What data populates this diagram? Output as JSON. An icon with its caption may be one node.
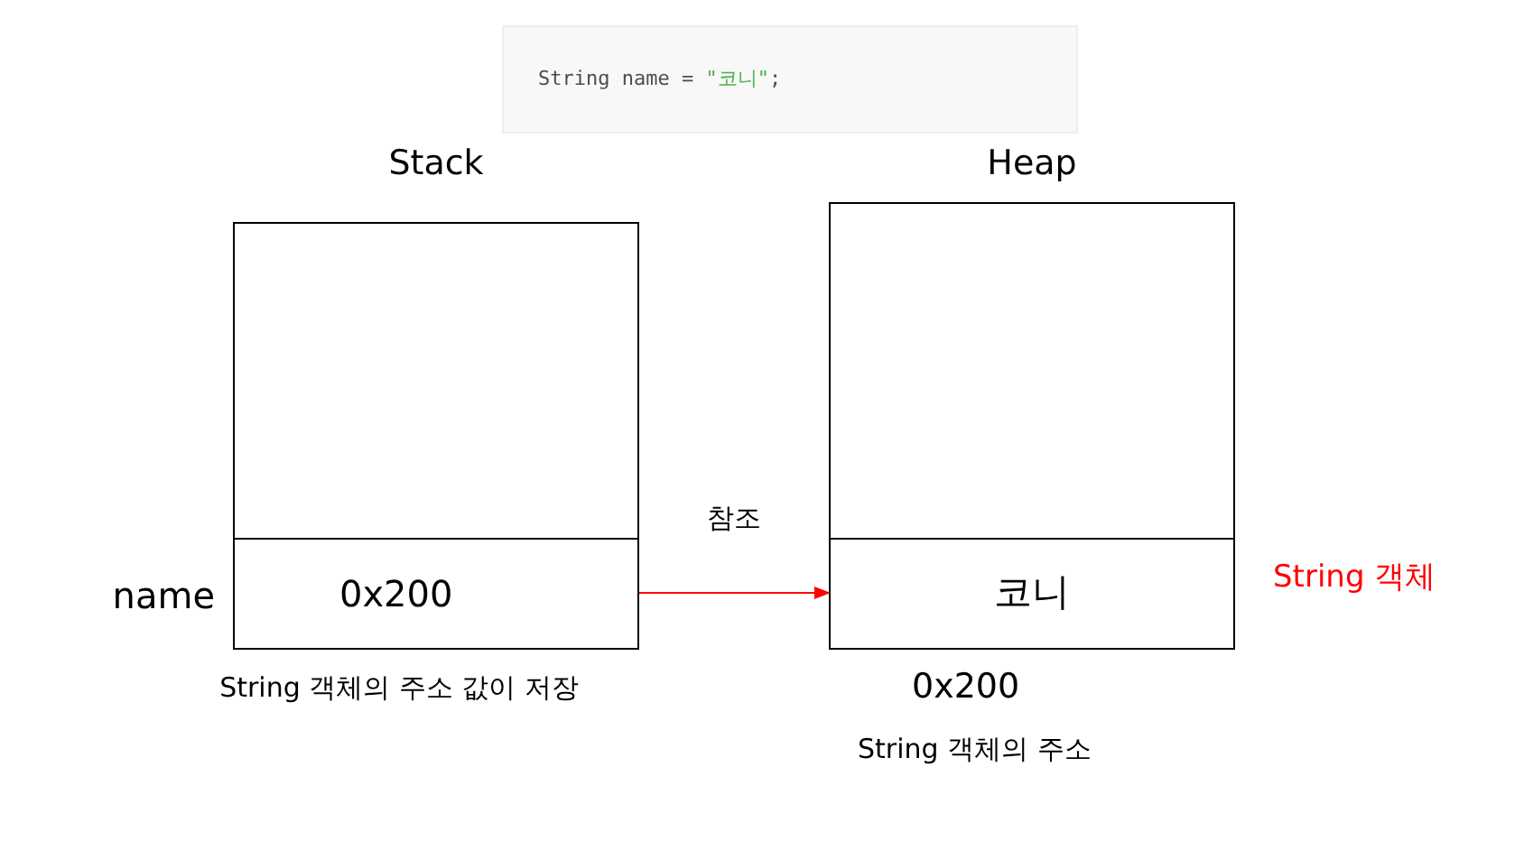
{
  "diagram": {
    "nodes": [
      {
        "text": [
          "String name = \"코니\";"
        ]
      },
      {
        "text": [
          "Stack"
        ]
      },
      {
        "text": [
          "0x200"
        ],
        "in": 1,
        "beside": [
          "name",
          "String 객체의 주소 값이 저장"
        ]
      },
      {
        "text": [
          "Heap"
        ]
      },
      {
        "text": [
          "코니"
        ],
        "in": 3,
        "beside": [
          "String 객체",
          "0x200",
          "String 객체의 주소"
        ]
      }
    ],
    "edges": [
      {
        "from": 2,
        "to": 4,
        "arrow": "to",
        "label": "참조",
        "color": "#ff0000"
      }
    ]
  }
}
